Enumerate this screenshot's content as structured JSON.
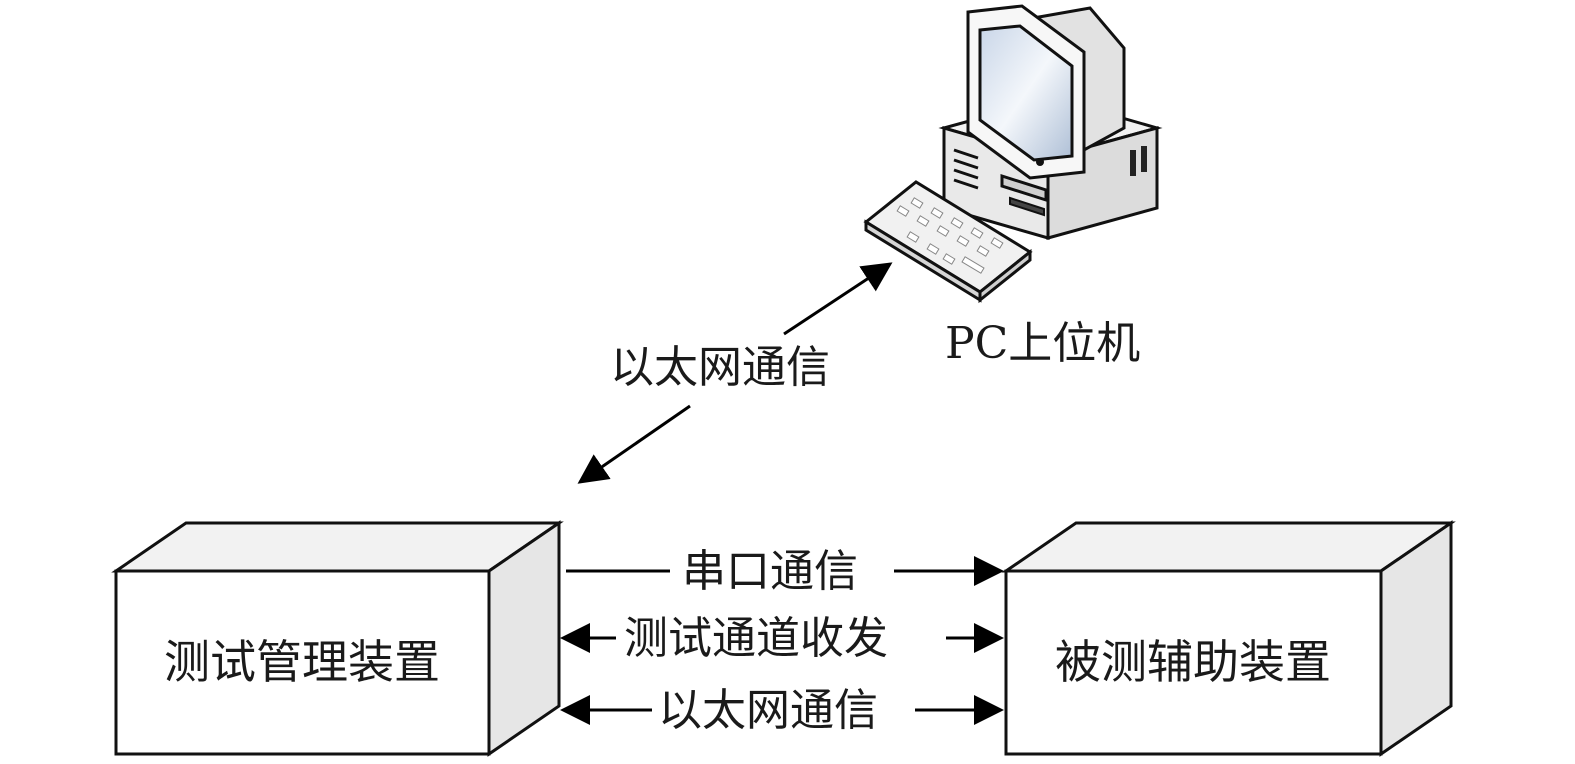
{
  "nodes": {
    "pc": {
      "label": "PC上位机"
    },
    "test_manager": {
      "label": "测试管理装置"
    },
    "aux_device": {
      "label": "被测辅助装置"
    }
  },
  "edges": {
    "pc_link": {
      "label": "以太网通信",
      "direction": "bidirectional"
    },
    "serial": {
      "label": "串口通信",
      "direction": "test_manager→aux_device"
    },
    "channel": {
      "label": "测试通道收发",
      "direction": "bidirectional"
    },
    "ethernet": {
      "label": "以太网通信",
      "direction": "bidirectional"
    }
  }
}
